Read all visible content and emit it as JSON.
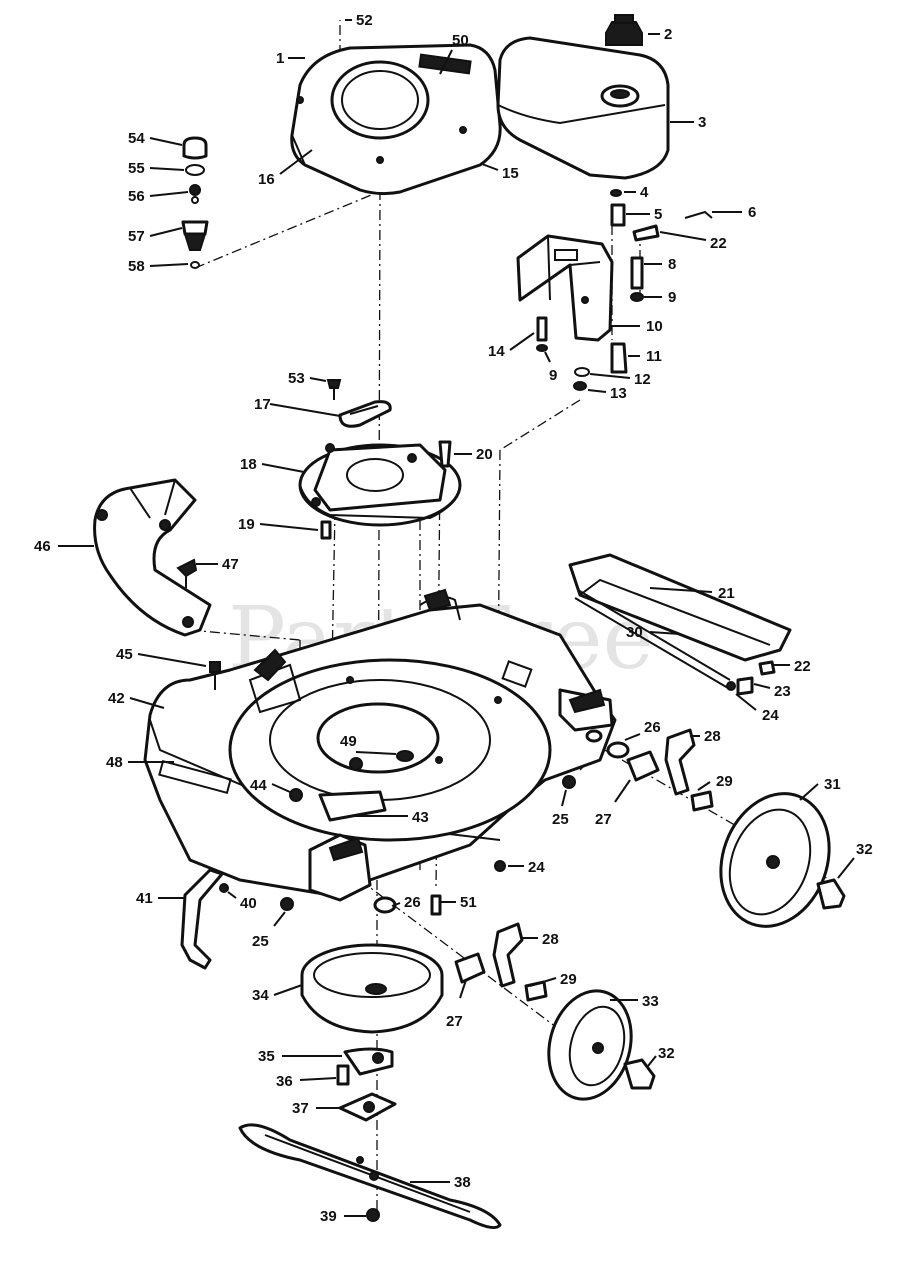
{
  "watermark": {
    "text": "PartsTree",
    "trademark": "™"
  },
  "callouts": [
    {
      "id": "c1",
      "label": "1"
    },
    {
      "id": "c2",
      "label": "2"
    },
    {
      "id": "c3",
      "label": "3"
    },
    {
      "id": "c4",
      "label": "4"
    },
    {
      "id": "c5",
      "label": "5"
    },
    {
      "id": "c6",
      "label": "6"
    },
    {
      "id": "c8",
      "label": "8"
    },
    {
      "id": "c9a",
      "label": "9"
    },
    {
      "id": "c9b",
      "label": "9"
    },
    {
      "id": "c10",
      "label": "10"
    },
    {
      "id": "c11",
      "label": "11"
    },
    {
      "id": "c12",
      "label": "12"
    },
    {
      "id": "c13",
      "label": "13"
    },
    {
      "id": "c14",
      "label": "14"
    },
    {
      "id": "c15",
      "label": "15"
    },
    {
      "id": "c16",
      "label": "16"
    },
    {
      "id": "c17",
      "label": "17"
    },
    {
      "id": "c18",
      "label": "18"
    },
    {
      "id": "c19",
      "label": "19"
    },
    {
      "id": "c20",
      "label": "20"
    },
    {
      "id": "c21",
      "label": "21"
    },
    {
      "id": "c22a",
      "label": "22"
    },
    {
      "id": "c22b",
      "label": "22"
    },
    {
      "id": "c23",
      "label": "23"
    },
    {
      "id": "c24a",
      "label": "24"
    },
    {
      "id": "c24b",
      "label": "24"
    },
    {
      "id": "c25a",
      "label": "25"
    },
    {
      "id": "c25b",
      "label": "25"
    },
    {
      "id": "c26a",
      "label": "26"
    },
    {
      "id": "c26b",
      "label": "26"
    },
    {
      "id": "c27a",
      "label": "27"
    },
    {
      "id": "c27b",
      "label": "27"
    },
    {
      "id": "c28a",
      "label": "28"
    },
    {
      "id": "c28b",
      "label": "28"
    },
    {
      "id": "c29a",
      "label": "29"
    },
    {
      "id": "c29b",
      "label": "29"
    },
    {
      "id": "c30",
      "label": "30"
    },
    {
      "id": "c31",
      "label": "31"
    },
    {
      "id": "c32a",
      "label": "32"
    },
    {
      "id": "c32b",
      "label": "32"
    },
    {
      "id": "c33",
      "label": "33"
    },
    {
      "id": "c34",
      "label": "34"
    },
    {
      "id": "c35",
      "label": "35"
    },
    {
      "id": "c36",
      "label": "36"
    },
    {
      "id": "c37",
      "label": "37"
    },
    {
      "id": "c38",
      "label": "38"
    },
    {
      "id": "c39",
      "label": "39"
    },
    {
      "id": "c40",
      "label": "40"
    },
    {
      "id": "c41",
      "label": "41"
    },
    {
      "id": "c42",
      "label": "42"
    },
    {
      "id": "c43",
      "label": "43"
    },
    {
      "id": "c44",
      "label": "44"
    },
    {
      "id": "c45",
      "label": "45"
    },
    {
      "id": "c46",
      "label": "46"
    },
    {
      "id": "c47",
      "label": "47"
    },
    {
      "id": "c48",
      "label": "48"
    },
    {
      "id": "c49",
      "label": "49"
    },
    {
      "id": "c50",
      "label": "50"
    },
    {
      "id": "c51",
      "label": "51"
    },
    {
      "id": "c52",
      "label": "52"
    },
    {
      "id": "c53",
      "label": "53"
    },
    {
      "id": "c54",
      "label": "54"
    },
    {
      "id": "c55",
      "label": "55"
    },
    {
      "id": "c56",
      "label": "56"
    },
    {
      "id": "c57",
      "label": "57"
    },
    {
      "id": "c58",
      "label": "58"
    }
  ]
}
